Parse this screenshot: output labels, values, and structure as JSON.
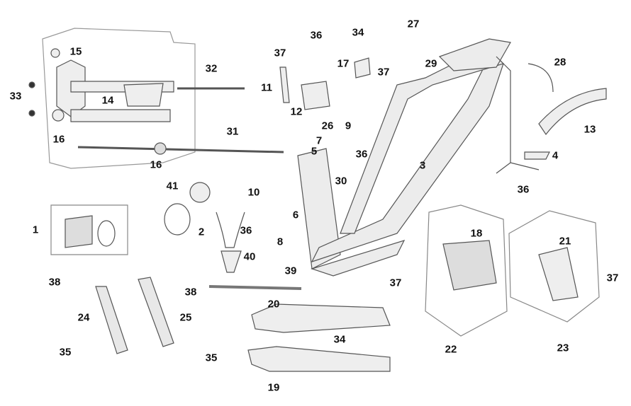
{
  "diagram": {
    "type": "exploded-parts-diagram",
    "callouts": [
      "15",
      "32",
      "33",
      "14",
      "16",
      "31",
      "16",
      "37",
      "36",
      "34",
      "27",
      "17",
      "37",
      "29",
      "28",
      "11",
      "12",
      "13",
      "26",
      "9",
      "7",
      "5",
      "36",
      "3",
      "4",
      "30",
      "36",
      "41",
      "10",
      "1",
      "2",
      "6",
      "36",
      "8",
      "40",
      "18",
      "21",
      "39",
      "37",
      "37",
      "38",
      "38",
      "20",
      "24",
      "25",
      "22",
      "23",
      "34",
      "35",
      "35",
      "19"
    ],
    "colors": {
      "line": "#555555",
      "fill": "#e6e6e6",
      "text": "#111111"
    }
  }
}
